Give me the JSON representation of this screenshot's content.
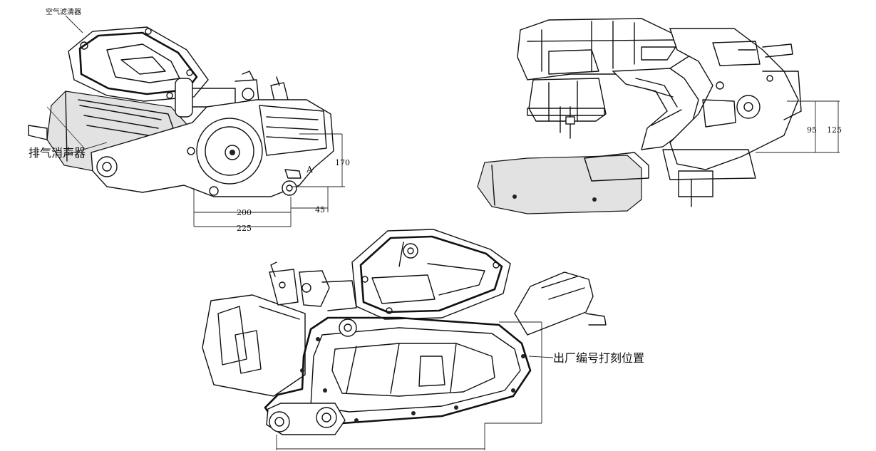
{
  "views": {
    "side_view": {
      "air_filter_label": "空气滤清器",
      "muffler_label": "排气消声器",
      "dimensions": {
        "height": "170",
        "point": "A",
        "width_200": "200",
        "width_225": "225",
        "offset_45": "45"
      }
    },
    "rear_view": {
      "dimensions": {
        "height_95": "95",
        "height_125": "125"
      }
    },
    "left_view": {
      "serial_number_label": "出厂编号打刻位置"
    }
  },
  "colors": {
    "line": "#111111",
    "background": "#ffffff",
    "shade": "#e2e2e2"
  }
}
